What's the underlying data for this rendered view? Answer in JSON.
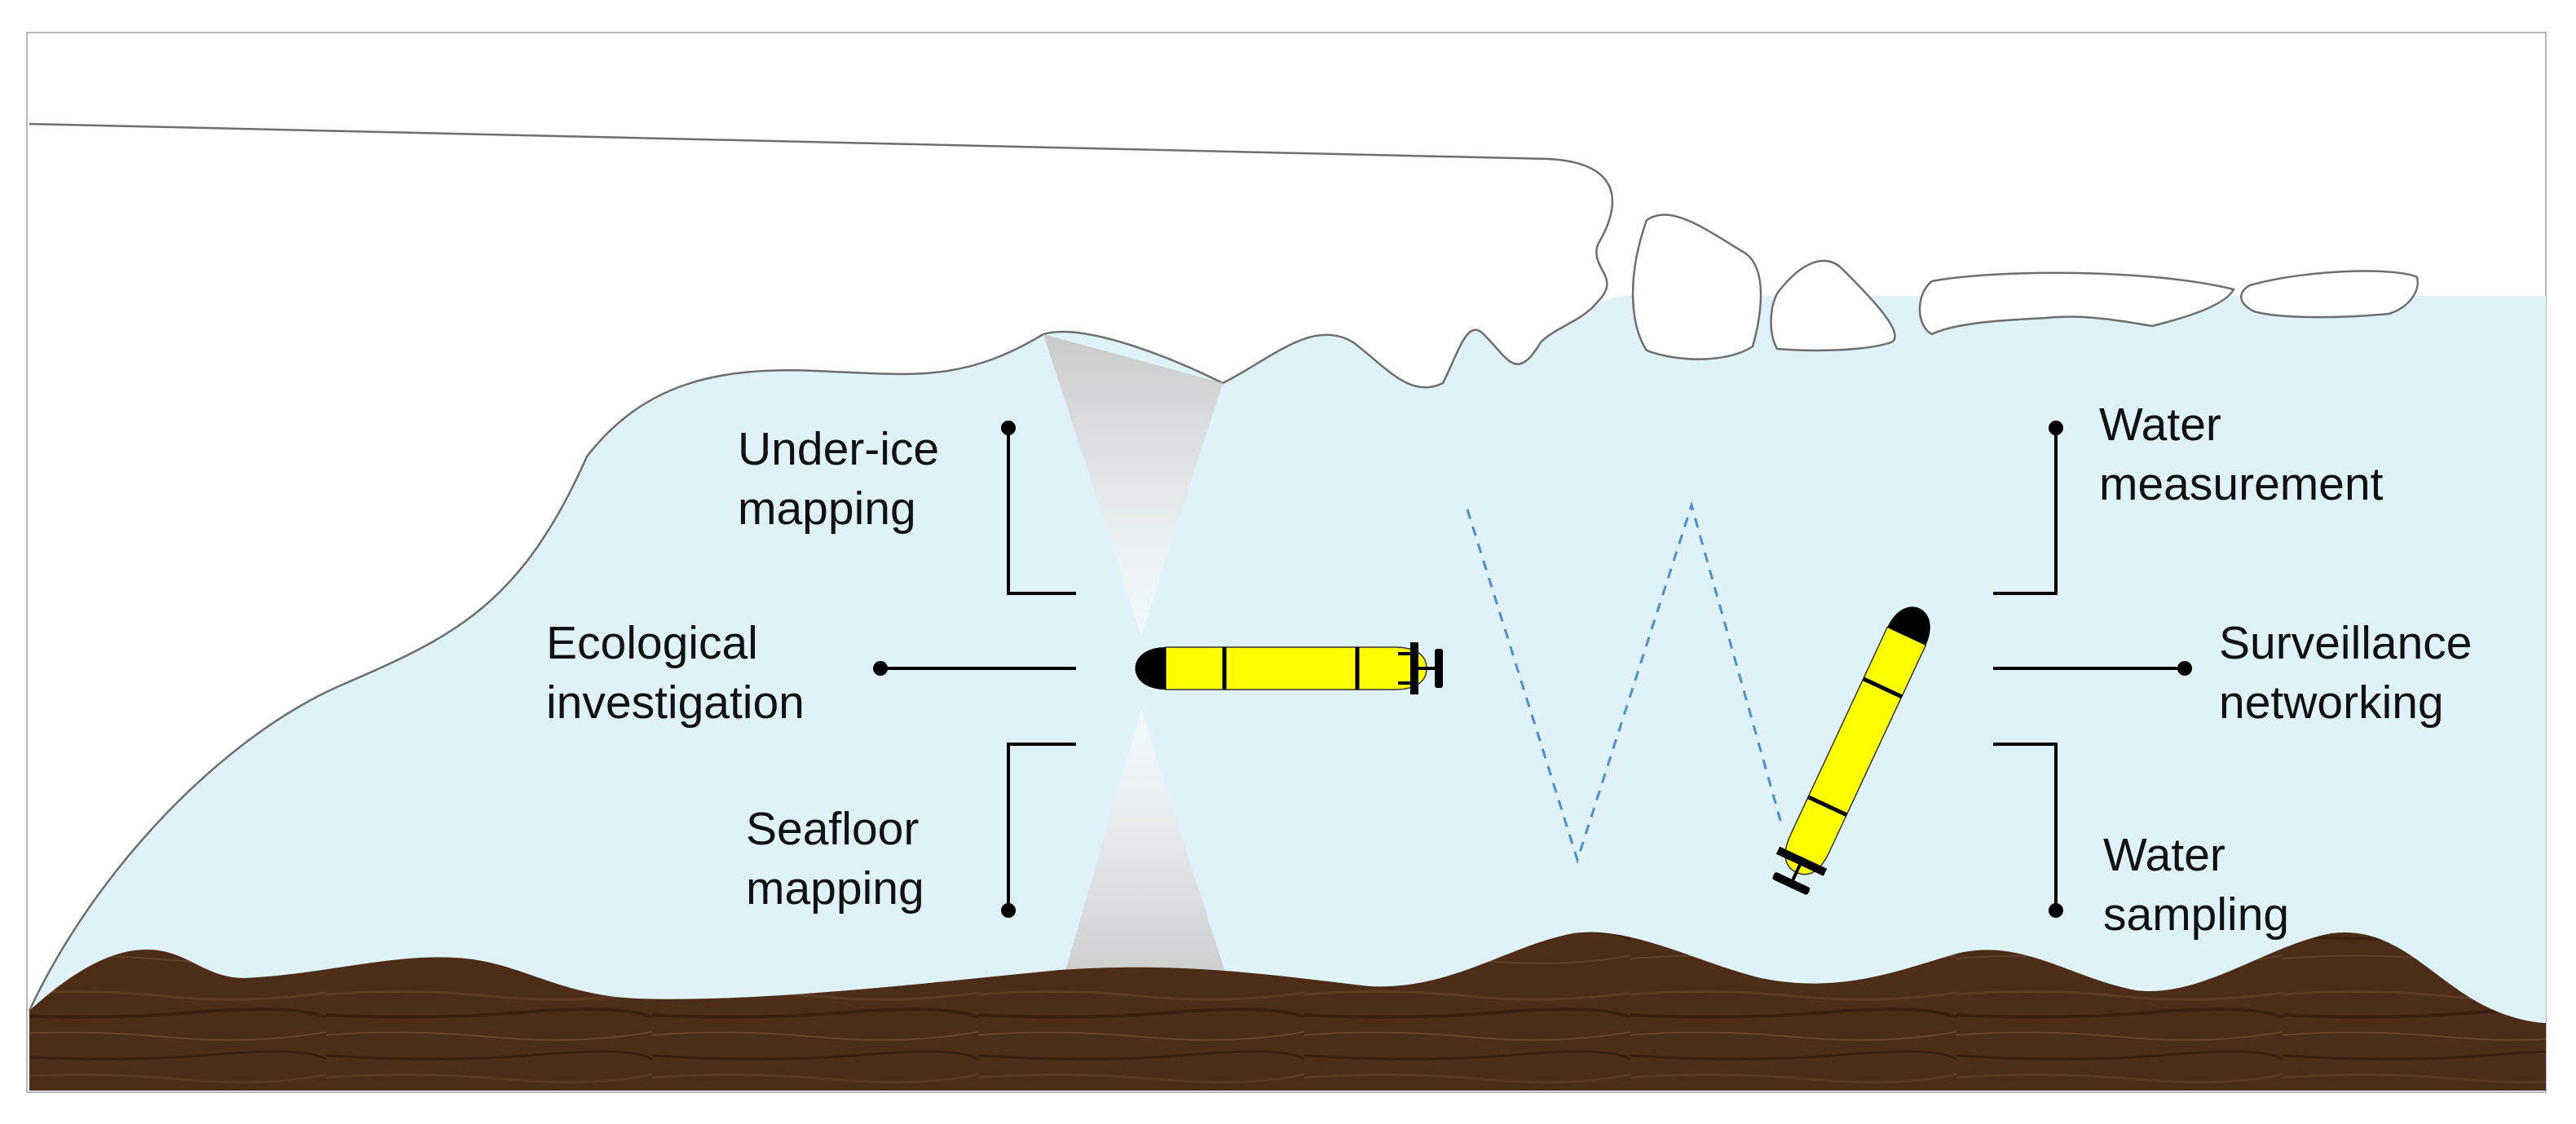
{
  "labels": {
    "under_ice_mapping": [
      "Under-ice",
      "mapping"
    ],
    "ecological_investigation": [
      "Ecological",
      "investigation"
    ],
    "seafloor_mapping": [
      "Seafloor",
      "mapping"
    ],
    "water_measurement": [
      "Water",
      "measurement"
    ],
    "surveillance_networking": [
      "Surveillance",
      "networking"
    ],
    "water_sampling": [
      "Water",
      "sampling"
    ]
  },
  "colors": {
    "water": "#dff2f8",
    "ice_outline": "#6e6e6e",
    "seafloor": "#4a2a18",
    "auv_body": "#ffff00",
    "auv_nose": "#000000",
    "trajectory": "#4a8fd6",
    "sonar_beam": "#c8c8c8"
  },
  "icons": {
    "auv_horizontal": "auv-vehicle-icon",
    "auv_diving": "auv-vehicle-icon"
  }
}
